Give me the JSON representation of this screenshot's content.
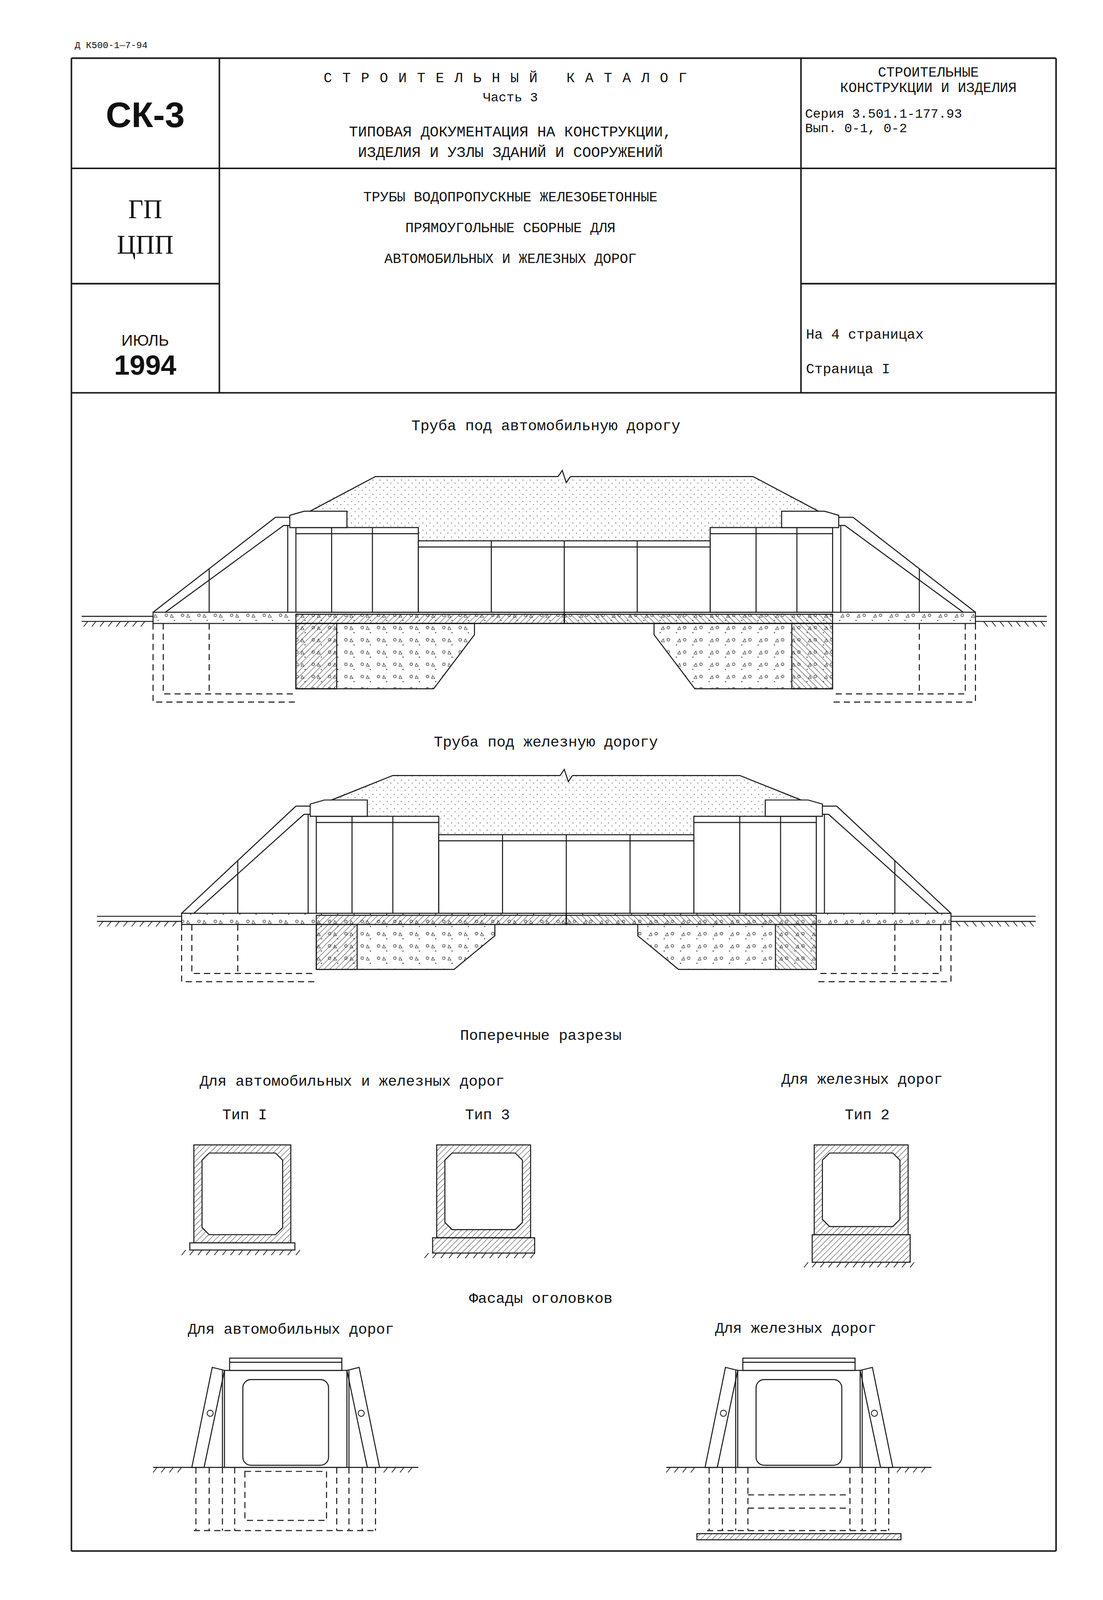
{
  "diagram": {
    "nodes": [
      {
        "text": [
          "СК-3"
        ]
      },
      {
        "text": [
          "СТРОИТЕЛЬНЫЙ КАТАЛОГ",
          "Часть 3",
          "ТИПОВАЯ ДОКУМЕНТАЦИЯ НА КОНСТРУКЦИИ, ИЗДЕЛИЯ И УЗЛЫ ЗДАНИЙ И СООРУЖЕНИЙ"
        ]
      },
      {
        "text": [
          "СТРОИТЕЛЬНЫЕ КОНСТРУКЦИИ И ИЗДЕЛИЯ",
          "Серия 3.501.1-177.93 Вып. 0-1, 0-2"
        ]
      },
      {
        "text": [
          "ГП ЦПП"
        ]
      },
      {
        "text": [
          "ТРУБЫ ВОДОПРОПУСКНЫЕ ЖЕЛЕЗОБЕТОННЫЕ ПРЯМОУГОЛЬНЫЕ СБОРНЫЕ ДЛЯ АВТОМОБИЛЬНЫХ И ЖЕЛЕЗНЫХ ДОРОГ"
        ]
      },
      {
        "text": [
          "ИЮЛЬ",
          "1994"
        ]
      },
      {
        "text": [
          "На 4 страницах",
          "Страница I"
        ]
      }
    ],
    "labels": [
      "Д К500-1—7-94",
      "Труба под автомобильную дорогу",
      "Труба под железную дорогу",
      "Поперечные разрезы",
      "Для автомобильных и железных дорог",
      "Тип I",
      "Тип 3",
      "Для железных дорог",
      "Тип 2",
      "Фасады оголовков",
      "Для автомобильных дорог",
      "Для железных дорог"
    ]
  }
}
